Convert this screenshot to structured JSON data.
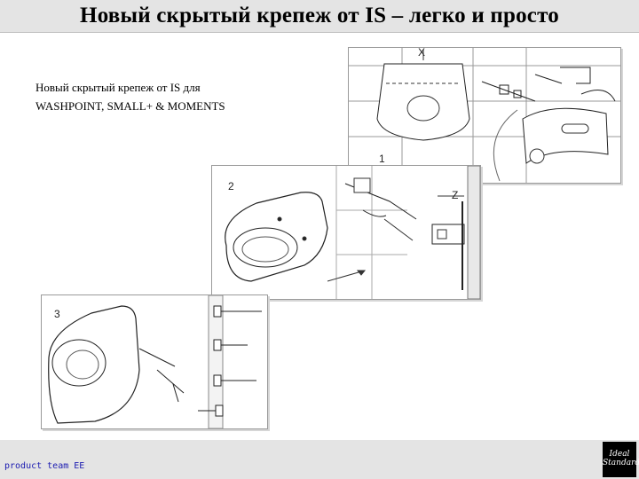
{
  "slide": {
    "title": "Новый скрытый крепеж от IS – легко и просто",
    "subtitle_line1": "Новый скрытый крепеж от IS для",
    "subtitle_line2": "WASHPOINT, SMALL+  & MOMENTS"
  },
  "figures": [
    {
      "step": "1",
      "label_x": "X"
    },
    {
      "step": "2",
      "label_z": "Z"
    },
    {
      "step": "3"
    }
  ],
  "footer": {
    "team_label": "product team EE",
    "logo_line1": "Ideal",
    "logo_line2": "Standard"
  }
}
